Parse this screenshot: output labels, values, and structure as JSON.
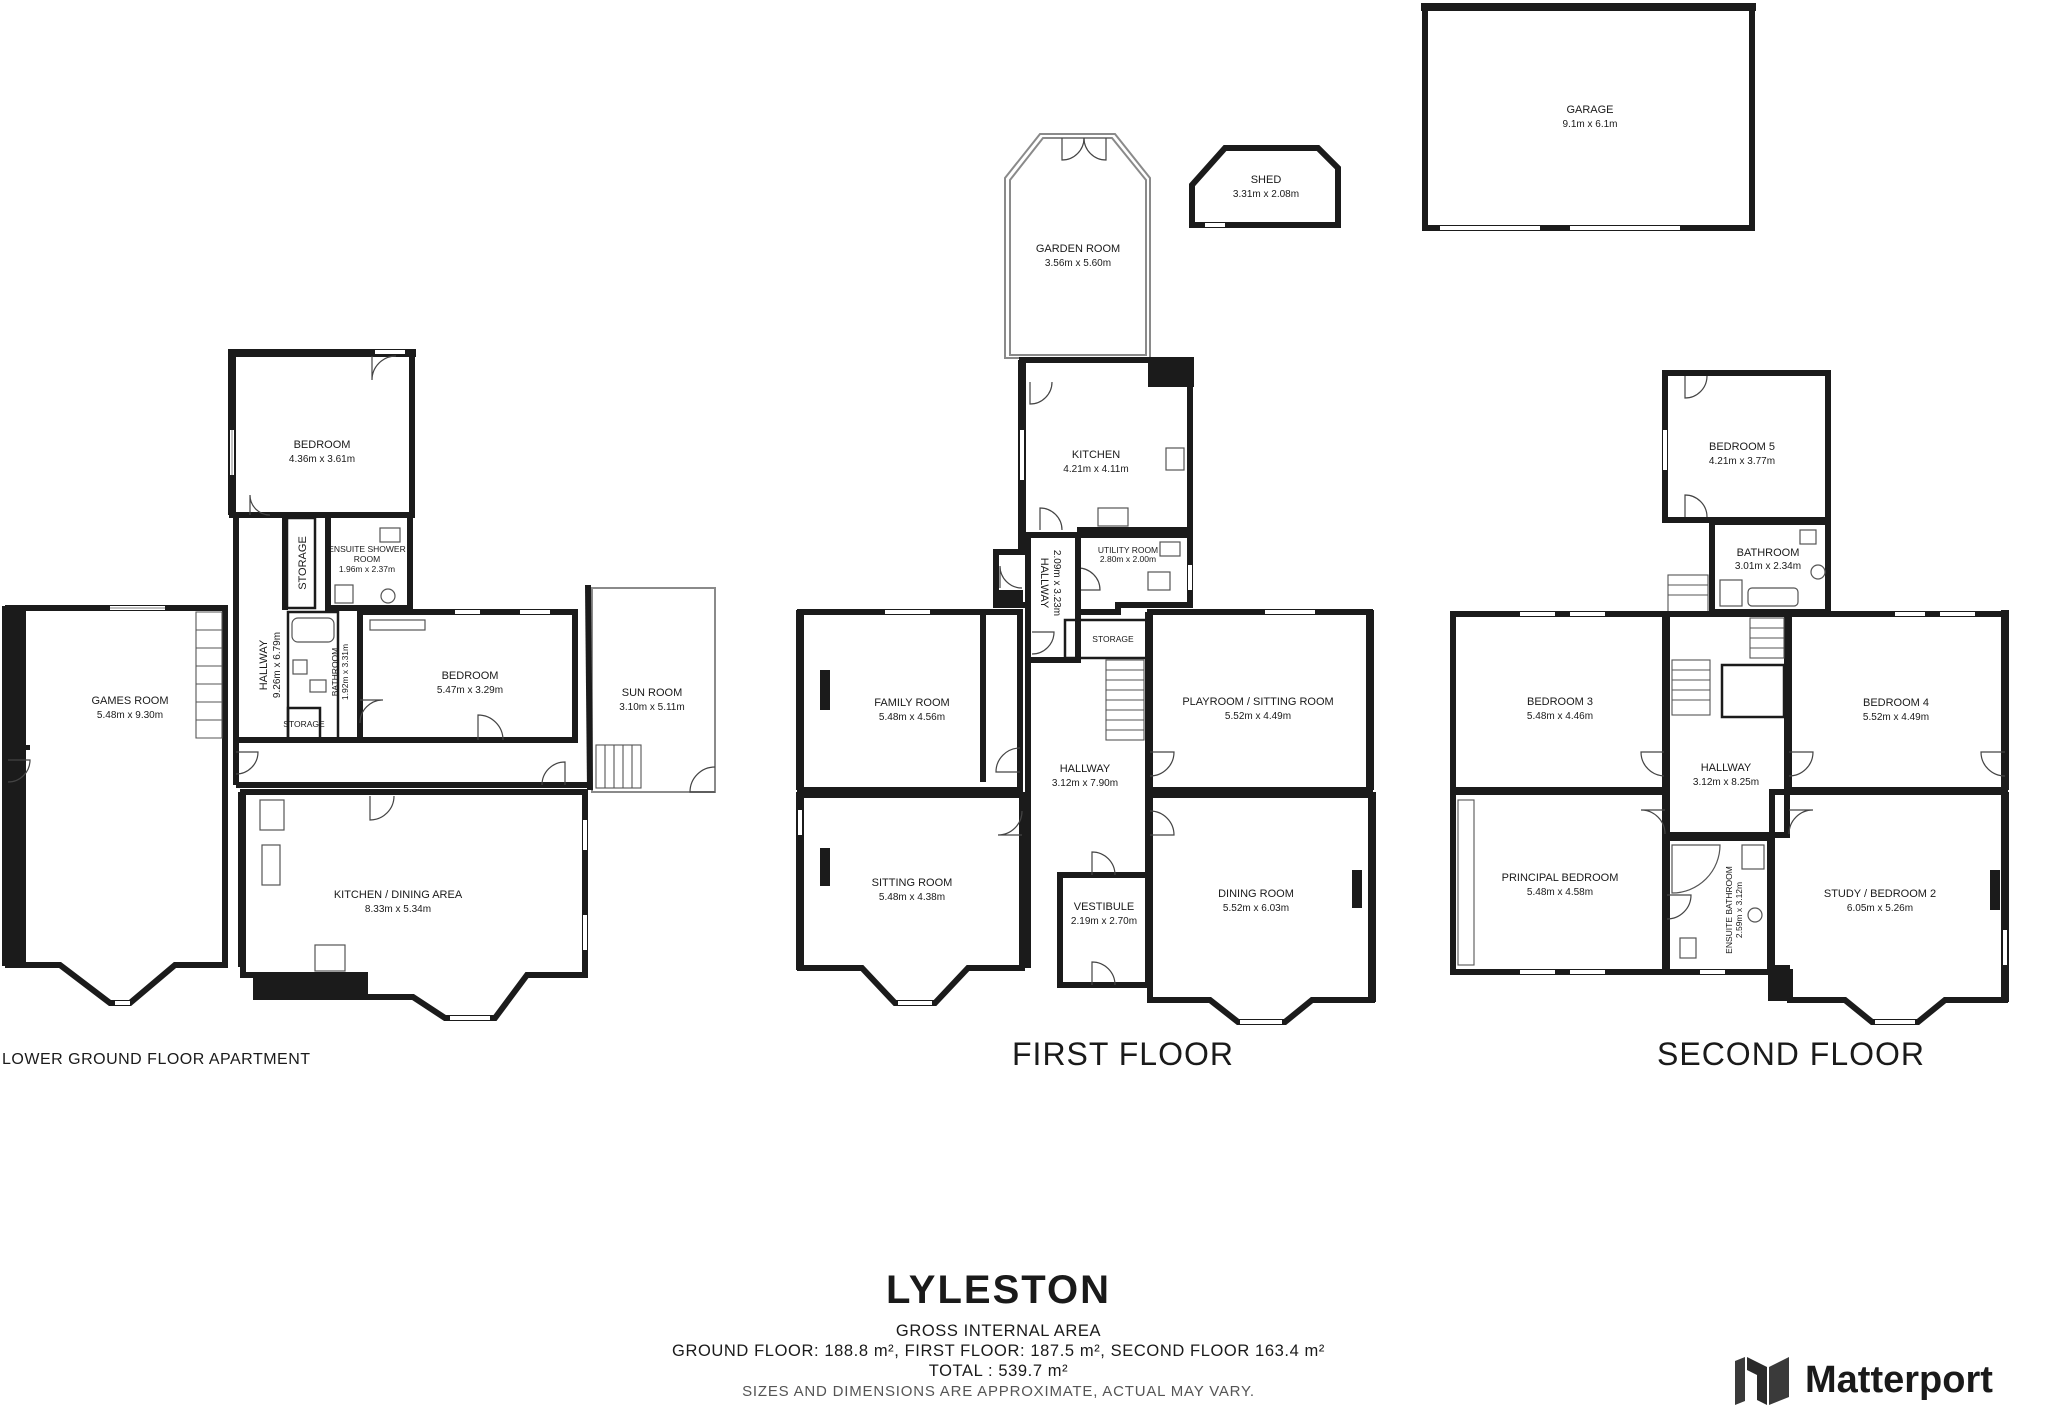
{
  "property": {
    "name": "LYLESTON",
    "gia_label": "GROSS INTERNAL AREA",
    "areas_line": "GROUND FLOOR: 188.8 m², FIRST FLOOR: 187.5 m², SECOND FLOOR 163.4 m²",
    "total_line": "TOTAL :  539.7 m²",
    "disclaimer": "SIZES AND DIMENSIONS ARE APPROXIMATE, ACTUAL MAY VARY."
  },
  "brand": {
    "name": "Matterport",
    "logo_icon": "matterport-logo-icon"
  },
  "floors": {
    "lower": "LOWER GROUND FLOOR APARTMENT",
    "first": "FIRST FLOOR",
    "second": "SECOND FLOOR"
  },
  "rooms": {
    "lower": {
      "bedroom_a": {
        "name": "BEDROOM",
        "dims": "4.36m x 3.61m"
      },
      "ensuite_shower": {
        "name1": "ENSUITE SHOWER",
        "name2": "ROOM",
        "dims": "1.96m x 2.37m"
      },
      "storage_tall": {
        "name": "STORAGE"
      },
      "hallway": {
        "name": "HALLWAY",
        "dims": "9.26m x 6.79m"
      },
      "bathroom": {
        "name": "BATHROOM",
        "dims": "1.92m x 3.31m"
      },
      "storage_small": {
        "name": "STORAGE"
      },
      "bedroom_b": {
        "name": "BEDROOM",
        "dims": "5.47m x 3.29m"
      },
      "sun_room": {
        "name": "SUN ROOM",
        "dims": "3.10m x 5.11m"
      },
      "games_room": {
        "name": "GAMES ROOM",
        "dims": "5.48m x 9.30m"
      },
      "kitchen_dining": {
        "name": "KITCHEN / DINING AREA",
        "dims": "8.33m x 5.34m"
      }
    },
    "first": {
      "garden_room": {
        "name": "GARDEN ROOM",
        "dims": "3.56m x 5.60m"
      },
      "shed": {
        "name": "SHED",
        "dims": "3.31m x 2.08m"
      },
      "kitchen": {
        "name": "KITCHEN",
        "dims": "4.21m x 4.11m"
      },
      "utility": {
        "name": "UTILITY ROOM",
        "dims": "2.80m x 2.00m"
      },
      "hallway_small": {
        "name": "HALLWAY",
        "dims": "2.09m x 3.23m"
      },
      "storage": {
        "name": "STORAGE"
      },
      "family_room": {
        "name": "FAMILY ROOM",
        "dims": "5.48m x 4.56m"
      },
      "playroom": {
        "name": "PLAYROOM / SITTING ROOM",
        "dims": "5.52m x 4.49m"
      },
      "hallway": {
        "name": "HALLWAY",
        "dims": "3.12m x 7.90m"
      },
      "sitting_room": {
        "name": "SITTING ROOM",
        "dims": "5.48m x 4.38m"
      },
      "vestibule": {
        "name": "VESTIBULE",
        "dims": "2.19m x 2.70m"
      },
      "dining_room": {
        "name": "DINING ROOM",
        "dims": "5.52m x 6.03m"
      }
    },
    "garage": {
      "name": "GARAGE",
      "dims": "9.1m x 6.1m"
    },
    "second": {
      "bedroom5": {
        "name": "BEDROOM 5",
        "dims": "4.21m x 3.77m"
      },
      "bathroom": {
        "name": "BATHROOM",
        "dims": "3.01m x 2.34m"
      },
      "bedroom3": {
        "name": "BEDROOM 3",
        "dims": "5.48m x 4.46m"
      },
      "bedroom4": {
        "name": "BEDROOM 4",
        "dims": "5.52m x 4.49m"
      },
      "hallway": {
        "name": "HALLWAY",
        "dims": "3.12m x 8.25m"
      },
      "principal": {
        "name": "PRINCIPAL BEDROOM",
        "dims": "5.48m x 4.58m"
      },
      "ensuite": {
        "name": "ENSUITE BATHROOM",
        "dims": "2.59m x 3.12m"
      },
      "study": {
        "name": "STUDY / BEDROOM 2",
        "dims": "6.05m x 5.26m"
      }
    }
  }
}
